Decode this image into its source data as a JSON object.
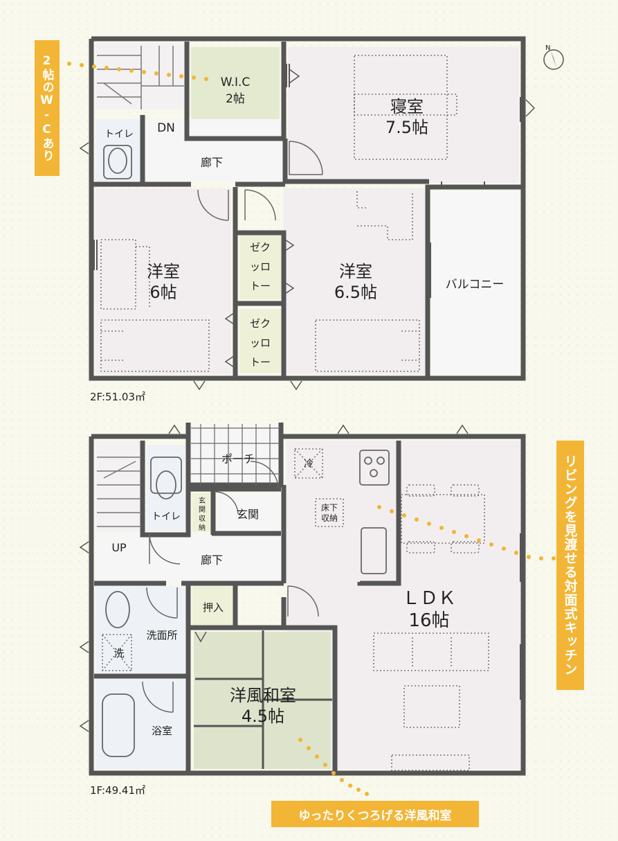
{
  "floor2": {
    "area": "2F:51.03㎡",
    "wic": {
      "name": "W.I.C",
      "size": "2帖"
    },
    "bedroom": {
      "name": "寝室",
      "size": "7.5帖"
    },
    "stairs_label": "DN",
    "toilet": "トイレ",
    "hallway": "廊下",
    "room_west": {
      "name": "洋室",
      "size": "6帖"
    },
    "room_east": {
      "name": "洋室",
      "size": "6.5帖"
    },
    "closet_top": [
      "ゼク",
      "ッロ",
      "トー"
    ],
    "closet_bottom": [
      "ゼク",
      "ッロ",
      "トー"
    ],
    "balcony": "バルコニー"
  },
  "floor1": {
    "area": "1F:49.41㎡",
    "porch": "ポーチ",
    "entrance": "玄関",
    "entrance_storage": [
      "玄",
      "関",
      "収",
      "納"
    ],
    "toilet": "トイレ",
    "stairs_label": "UP",
    "hallway": "廊下",
    "fridge": "冷",
    "underfloor_storage": [
      "床下",
      "収納"
    ],
    "ldk": {
      "name": "ＬＤＫ",
      "size": "16帖"
    },
    "washroom": "洗面所",
    "washer": "洗",
    "oshiire": "押入",
    "japanese_room": {
      "name": "洋風和室",
      "size": "4.5帖"
    },
    "bathroom": "浴室"
  },
  "callouts": {
    "wic": "2帖のW-Cあり",
    "kitchen": "リビングを見渡せる対面式キッチン",
    "japanese_room": "ゆったりくつろげる洋風和室"
  },
  "compass": "N",
  "colors": {
    "background": "#f8f8ec",
    "room_fill": "#f2eef0",
    "wic_fill": "#e4ead0",
    "closet_fill": "#eef0d8",
    "tatami_fill": "#dde4cb",
    "wet_fill": "#eef2f6",
    "wall": "#555555",
    "callout": "#f2b535"
  }
}
